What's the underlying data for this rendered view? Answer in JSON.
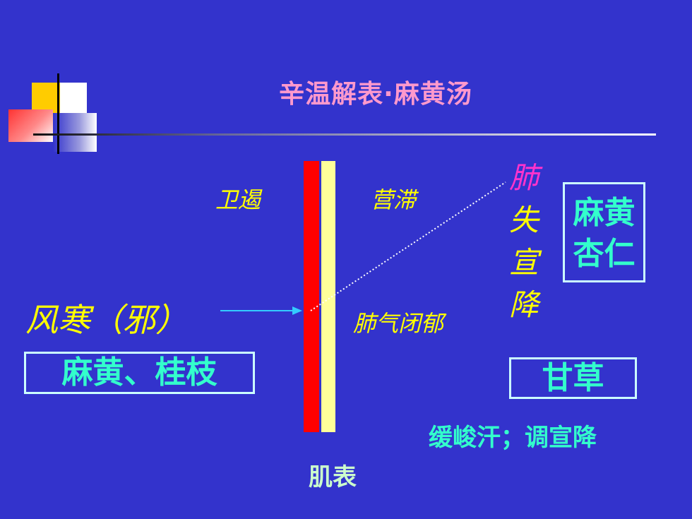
{
  "title": "辛温解表·麻黄汤",
  "diagram": {
    "left_label": "卫遏",
    "right_label": "营滞",
    "lung_label": "肺气闭郁",
    "pathogen": "风寒（邪）",
    "skin_label": "肌表",
    "vertical_text": [
      "肺",
      "失",
      "宣",
      "降"
    ],
    "herbs_box_left": "麻黄、桂枝",
    "herbs_box_right": [
      "麻黄",
      "杏仁"
    ],
    "herbs_box_bottom": "甘草",
    "function_note": "缓峻汗；调宣降"
  },
  "colors": {
    "background": "#3333cc",
    "title": "#ff99cc",
    "italic_labels": "#ffff00",
    "lung_char": "#ff33cc",
    "box_text": "#33ffcc",
    "arrow": "#33ccff"
  }
}
